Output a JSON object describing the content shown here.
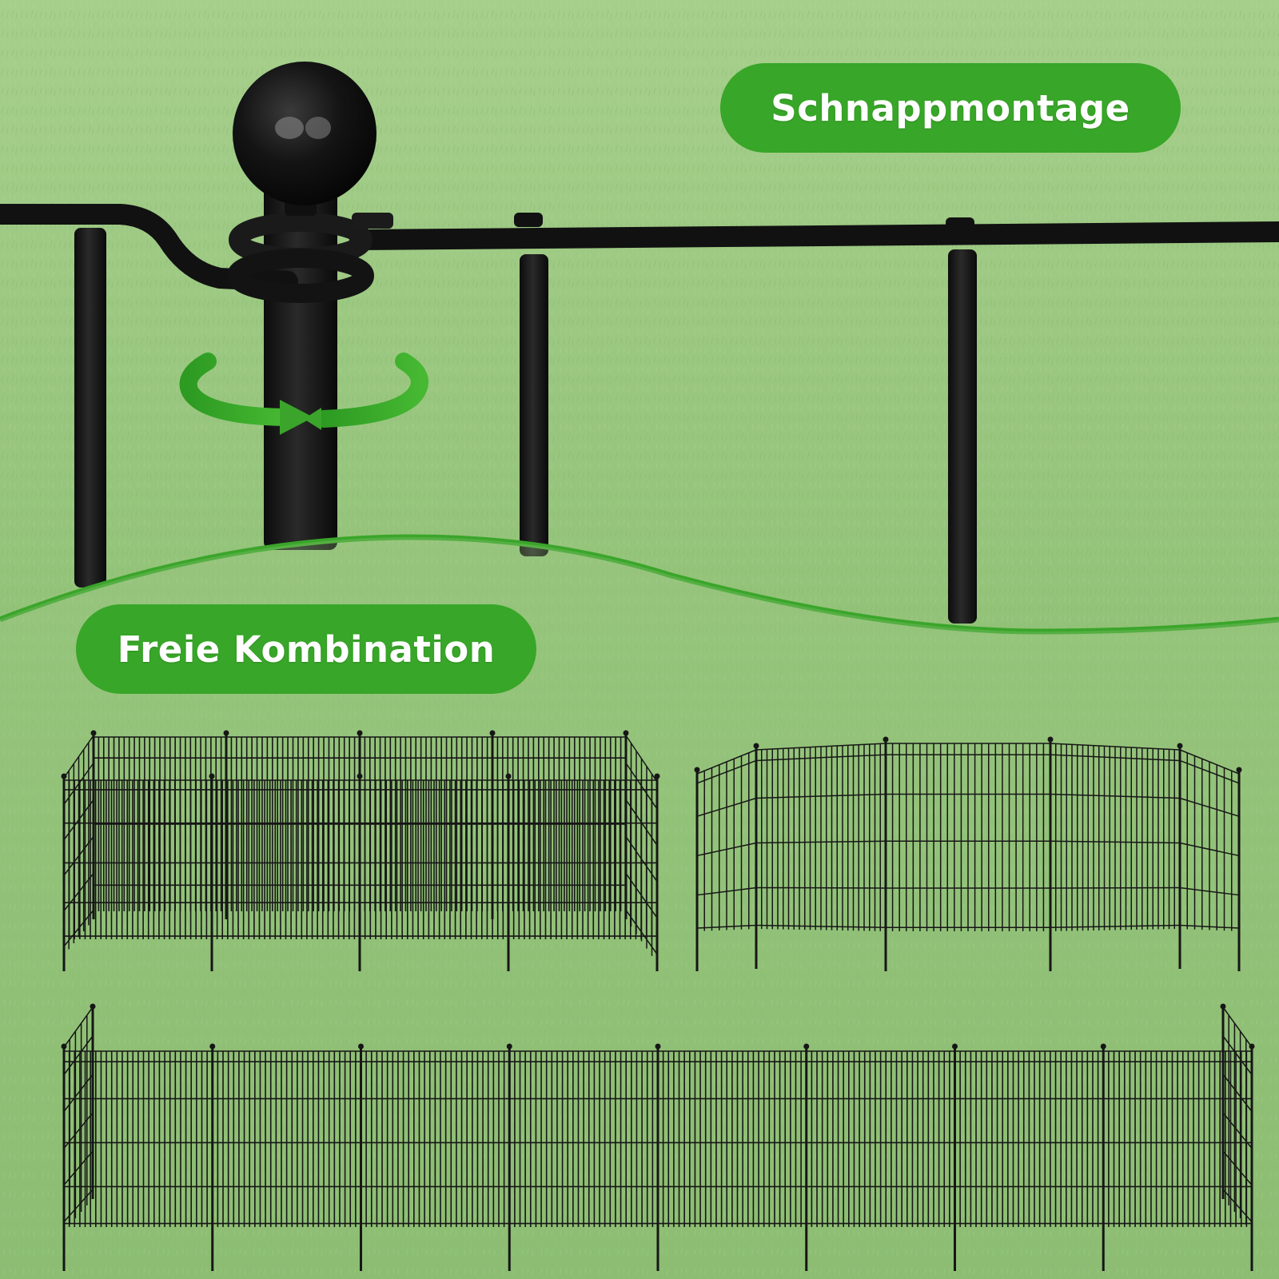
{
  "labels": {
    "snap_assembly": "Schnappmontage",
    "free_combination": "Freie Kombination"
  },
  "colors": {
    "accent_green": "#38a628",
    "accent_green_dark": "#2e8f22",
    "grass_light": "#a9d08f",
    "grass_mid": "#8fbf72",
    "grass_dark": "#6fa657",
    "fence_black": "#161616"
  },
  "icons": {
    "rotation_arrow": "rotate-arrow-icon"
  },
  "fence_layouts": {
    "rectangle_top_left_panels": 4,
    "arc_top_right_panels": 5,
    "straight_row_bottom_panels": 8
  }
}
